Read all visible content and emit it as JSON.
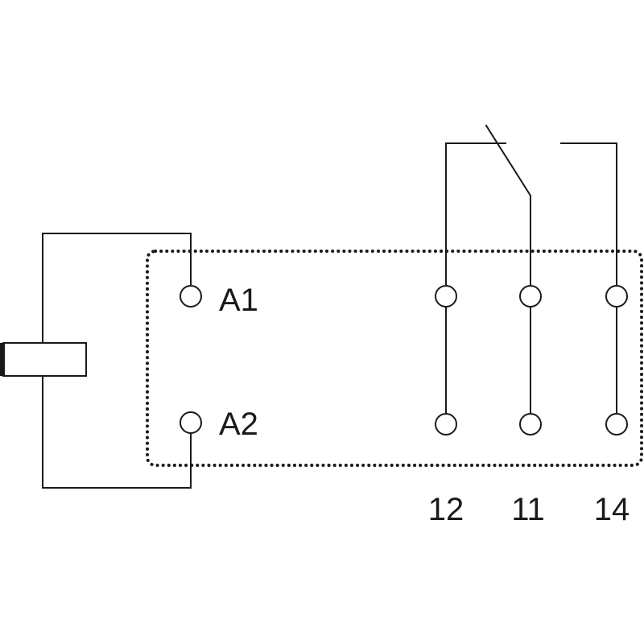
{
  "terminals": {
    "a1": "A1",
    "a2": "A2",
    "t12": "12",
    "t11": "11",
    "t14": "14"
  },
  "colors": {
    "line": "#1a1a1a",
    "background": "#ffffff"
  }
}
